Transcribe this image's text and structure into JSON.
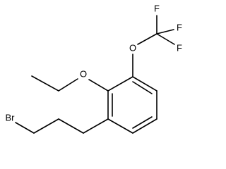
{
  "structure": {
    "atom_labels": {
      "fluorine_top": "F",
      "fluorine_middle": "F",
      "fluorine_lower": "F",
      "oxygen_trifluoromethoxy": "O",
      "oxygen_ethoxy": "O",
      "bromine": "Br"
    }
  }
}
